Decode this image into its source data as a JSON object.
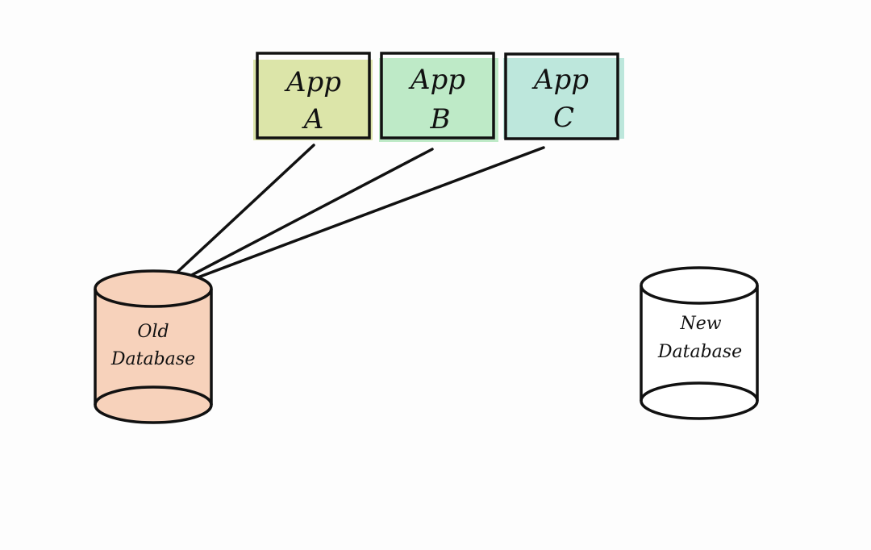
{
  "apps": [
    {
      "line1": "App",
      "line2": "A",
      "fill": "#d6e09a"
    },
    {
      "line1": "App",
      "line2": "B",
      "fill": "#b3e6bd"
    },
    {
      "line1": "App",
      "line2": "C",
      "fill": "#b2e3d6"
    }
  ],
  "databases": {
    "old": {
      "line1": "Old",
      "line2": "Database",
      "fill": "#f7d2bb"
    },
    "new": {
      "line1": "New",
      "line2": "Database",
      "fill": "#ffffff"
    }
  },
  "colors": {
    "stroke": "#111111",
    "background": "#fdfdfd"
  }
}
